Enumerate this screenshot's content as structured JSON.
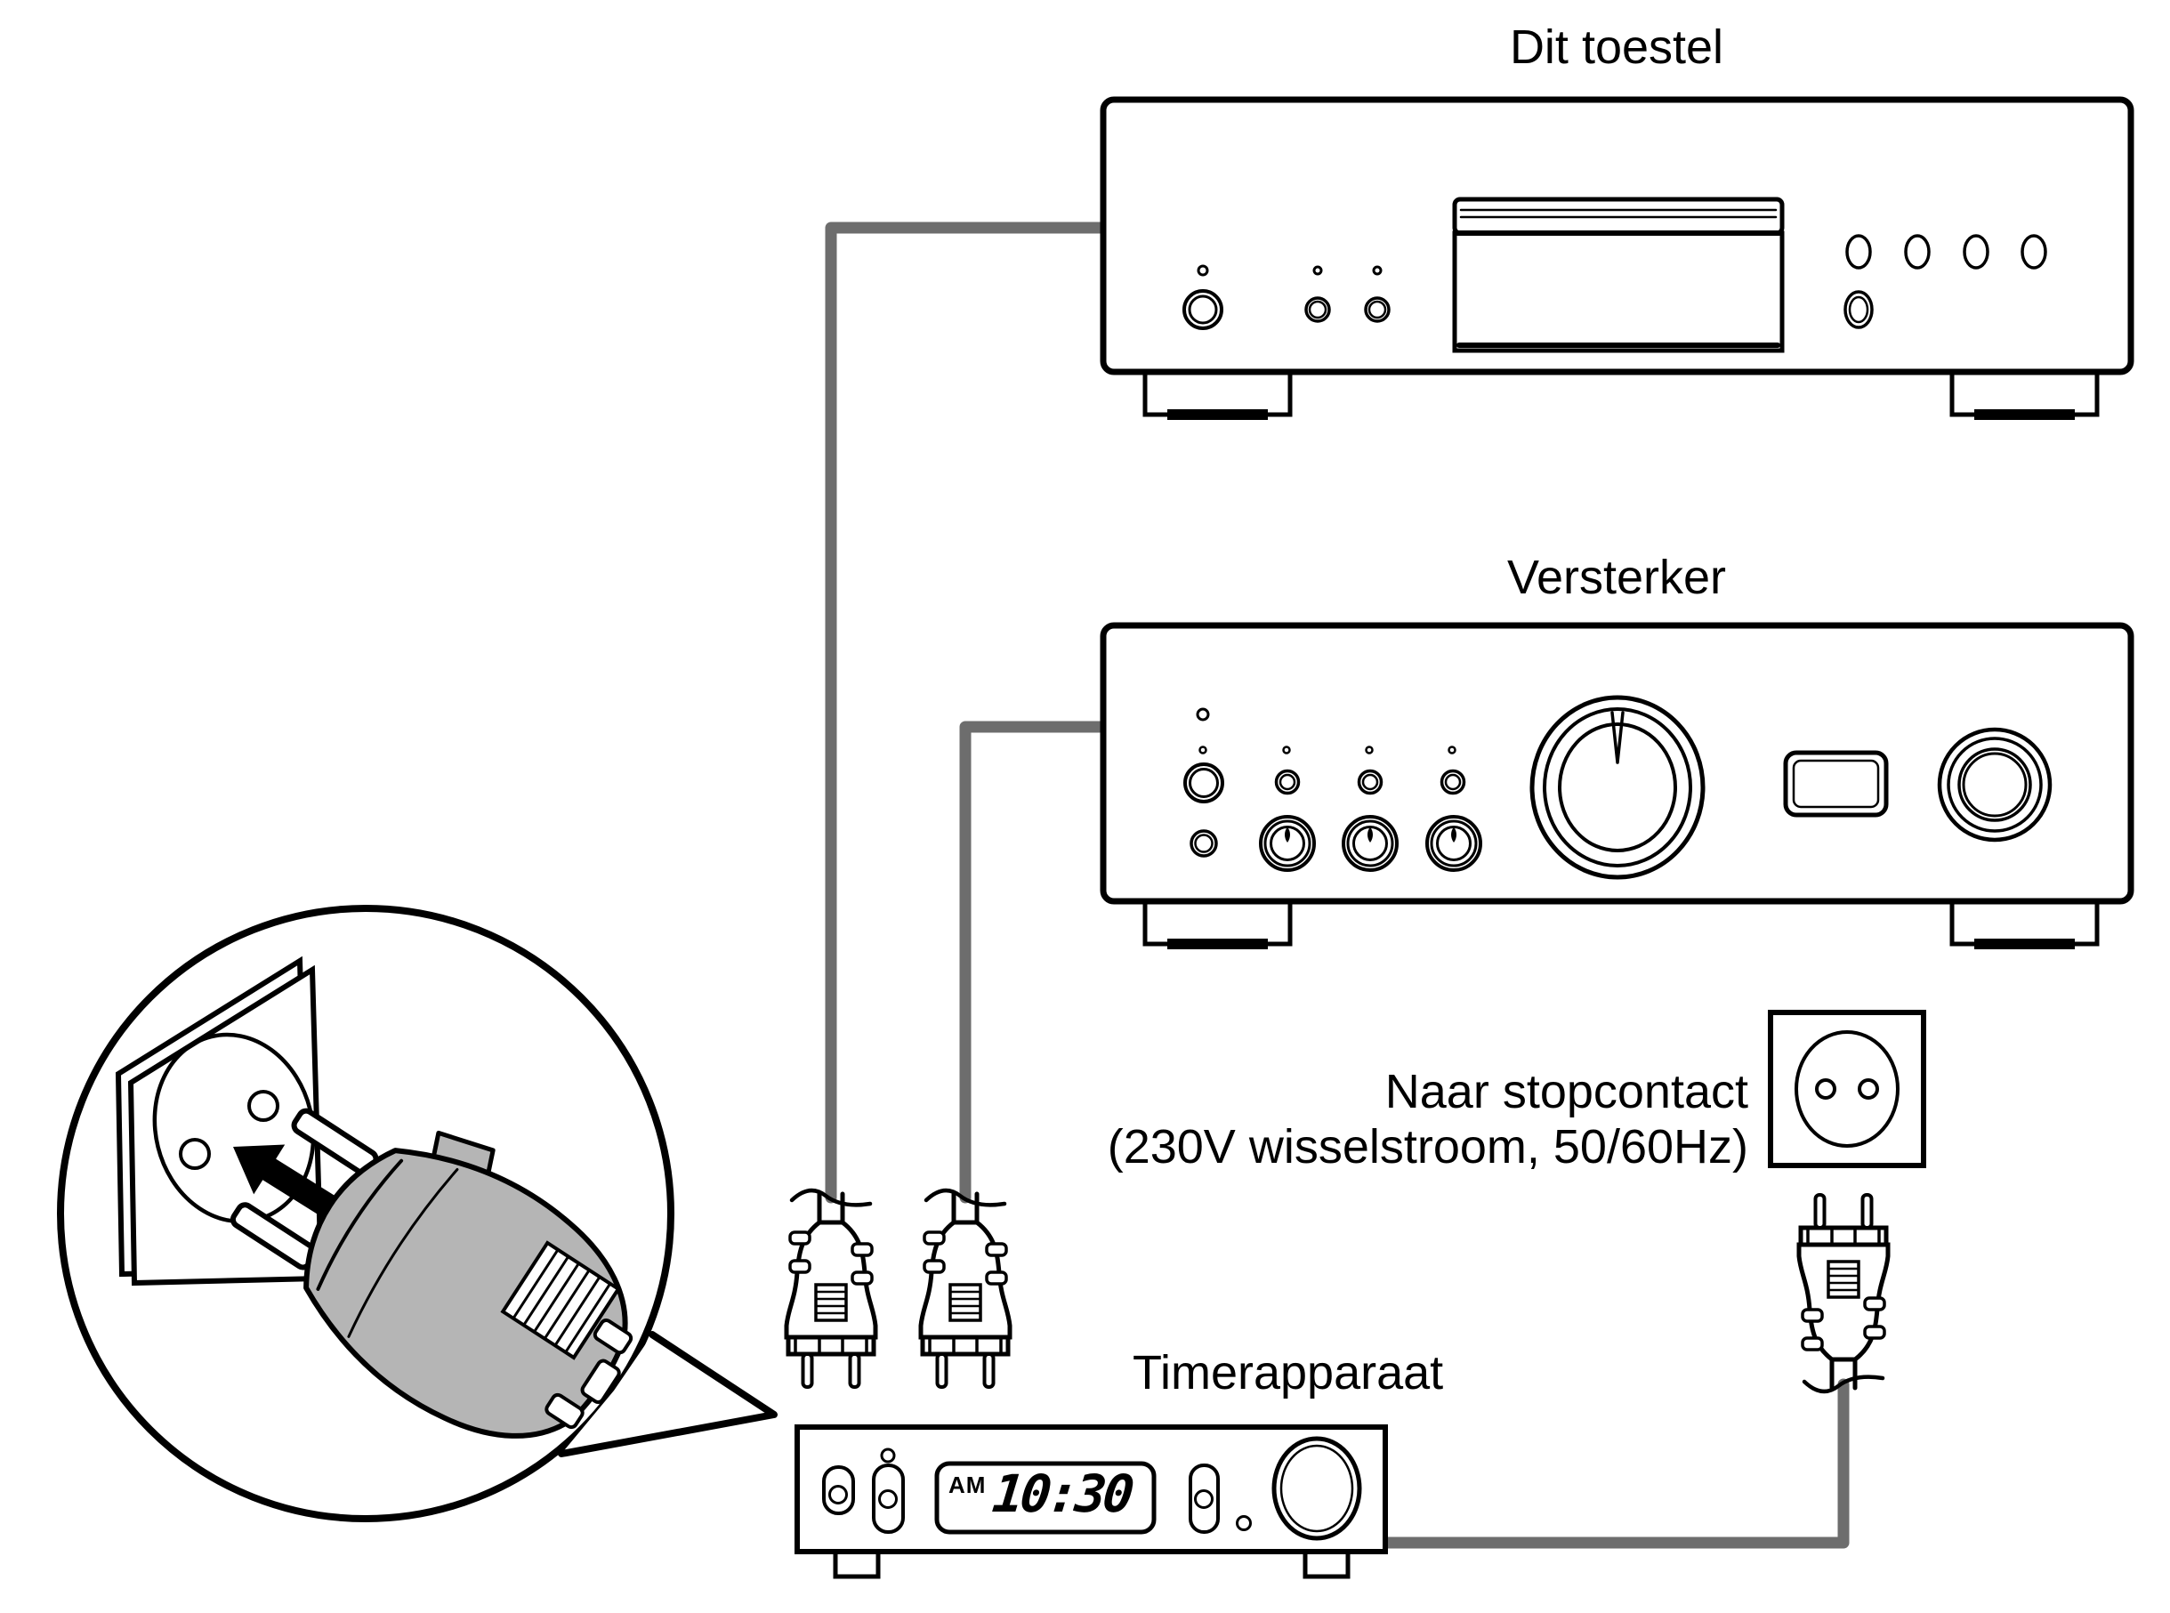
{
  "diagram": {
    "title_top_device": "Dit toestel",
    "title_amplifier": "Versterker",
    "outlet_label_line1": "Naar stopcontact",
    "outlet_label_line2": "(230V wisselstroom, 50/60Hz)",
    "title_timer": "Timerapparaat",
    "timer_display": {
      "meridiem": "AM",
      "time": "10:30"
    }
  },
  "colors": {
    "cable": "#6d6d6d",
    "line": "#000000",
    "plug_fill": "#b5b5b5",
    "background": "#ffffff"
  }
}
